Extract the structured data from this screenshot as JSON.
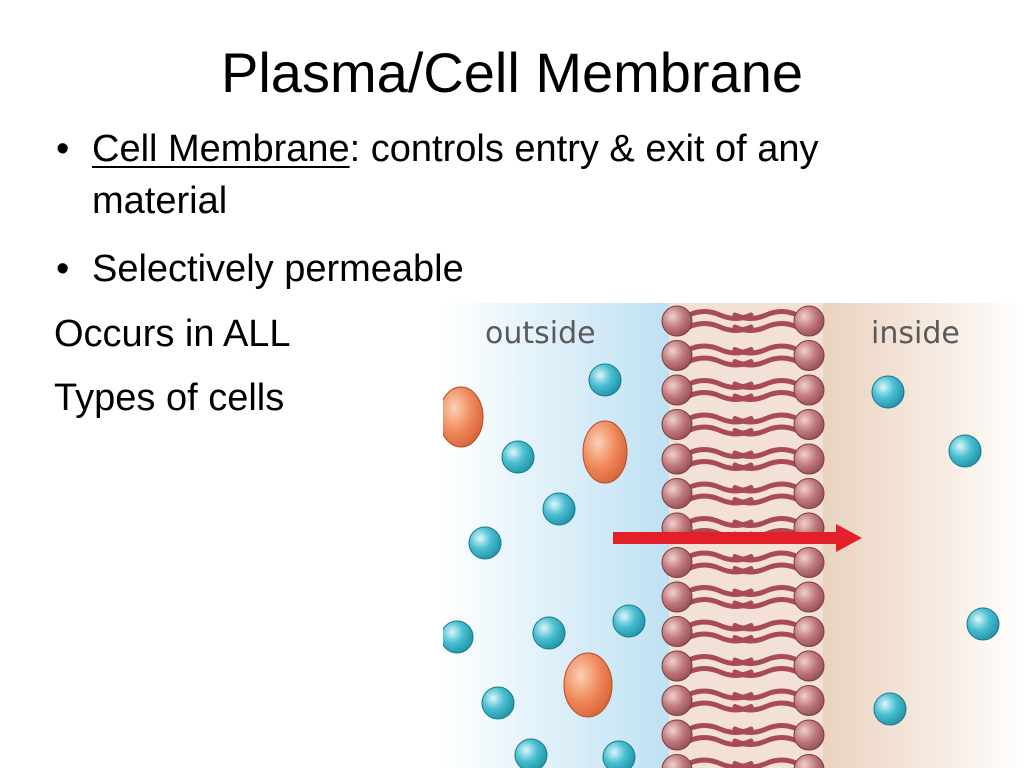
{
  "slide": {
    "title": "Plasma/Cell Membrane",
    "bullets": [
      {
        "term": "Cell Membrane",
        "rest": ": controls entry & exit of any material"
      },
      {
        "text": "Selectively permeable"
      }
    ],
    "lines": [
      "Occurs in ALL",
      "Types of cells"
    ],
    "bullet_glyph": "•"
  },
  "figure": {
    "outside_label": "outside",
    "inside_label": "inside",
    "colors": {
      "outside_bg": "#cfe9f6",
      "inside_bg": "#f3e3d6",
      "phospholipid_head": "#b96a6e",
      "tail": "#a84b55",
      "molecule": "#3bb3c6",
      "large_molecule": "#ee8354",
      "arrow": "#e3202a",
      "label": "#5a5a5a"
    },
    "icons": [
      "phospholipid-head-icon",
      "small-molecule-icon",
      "large-molecule-icon",
      "transport-arrow-icon"
    ]
  }
}
